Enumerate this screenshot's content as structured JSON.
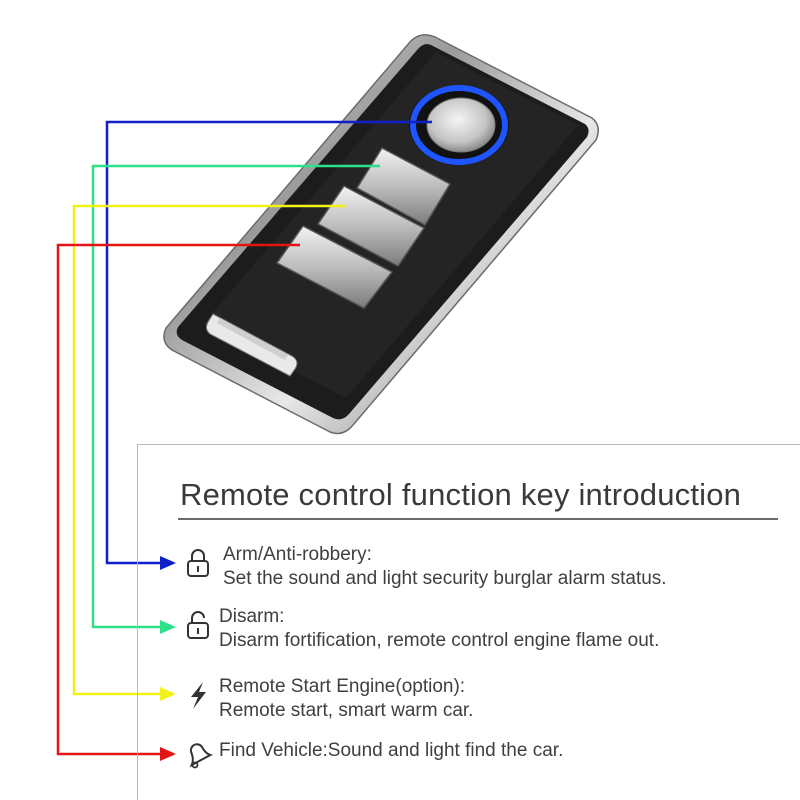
{
  "title": "Remote control function key introduction",
  "colors": {
    "arm": "#1020c8",
    "disarm": "#2fe08a",
    "start": "#f2f21a",
    "find": "#e31414"
  },
  "functions": [
    {
      "icon": "lock-closed-icon",
      "heading": "Arm/Anti-robbery:",
      "description": "Set the sound and light security burglar alarm status."
    },
    {
      "icon": "lock-open-icon",
      "heading": "Disarm:",
      "description": "Disarm fortification, remote control engine flame out."
    },
    {
      "icon": "lightning-icon",
      "heading": "Remote Start Engine(option):",
      "description": "Remote start, smart warm car."
    },
    {
      "icon": "bell-icon",
      "heading": "Find Vehicle:Sound and light find the car.",
      "description": ""
    }
  ]
}
